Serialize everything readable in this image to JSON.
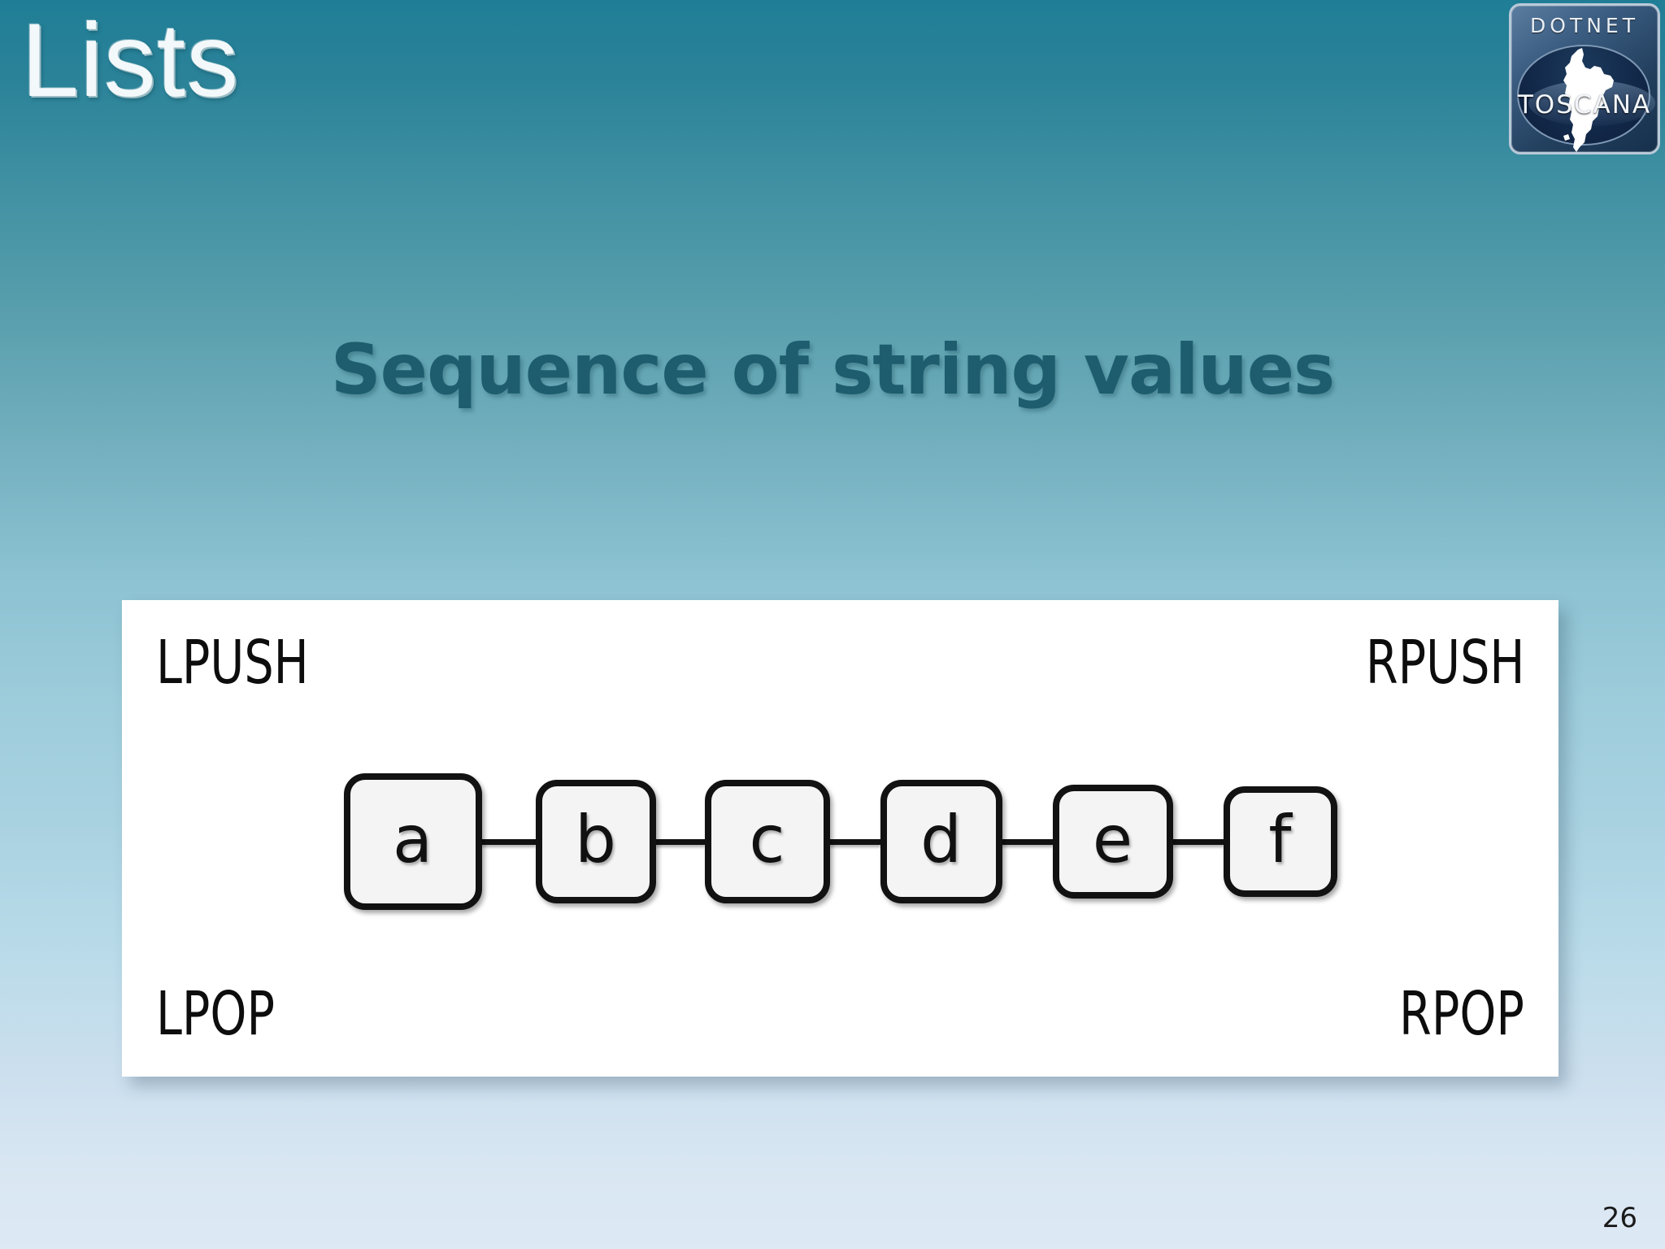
{
  "slide": {
    "title": "Lists",
    "subtitle": "Sequence of string values",
    "page_number": "26",
    "background": {
      "gradient_top": "#1f7e96",
      "gradient_bottom": "#dde9f4"
    },
    "accent_color": "#1d5d6d"
  },
  "logo": {
    "top_text": "DOTNET",
    "bottom_text": "TOSCANA",
    "icon": "tuscany-map-silhouette",
    "background_color": "#16304c",
    "border_color": "#b9c9d8"
  },
  "diagram": {
    "panel_background": "#ffffff",
    "labels": {
      "top_left": "LPUSH",
      "top_right": "RPUSH",
      "bottom_left": "LPOP",
      "bottom_right": "RPOP"
    },
    "nodes": [
      {
        "value": "a",
        "width": 170,
        "height": 168
      },
      {
        "value": "b",
        "width": 148,
        "height": 152
      },
      {
        "value": "c",
        "width": 154,
        "height": 152
      },
      {
        "value": "d",
        "width": 150,
        "height": 152
      },
      {
        "value": "e",
        "width": 148,
        "height": 140
      },
      {
        "value": "f",
        "width": 140,
        "height": 136
      }
    ],
    "connector_widths": [
      66,
      60,
      62,
      62,
      62
    ],
    "node_fill": "#f4f4f4",
    "node_border_color": "#121212"
  }
}
